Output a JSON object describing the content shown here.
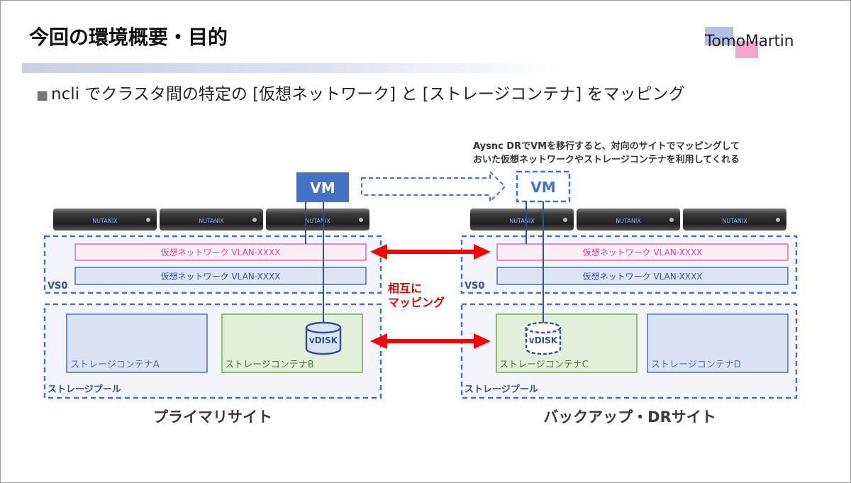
{
  "header": {
    "title": "今回の環境概要・目的",
    "logo_text": "TomoMartin"
  },
  "subtitle": {
    "bullet": "■",
    "text": "ncli でクラスタ間の特定の [仮想ネットワーク] と [ストレージコンテナ] をマッピング"
  },
  "note": {
    "line1": "Aysnc DRでVMを移行すると、対向のサイトでマッピングして",
    "line2": "おいた仮想ネットワークやストレージコンテナを利用してくれる"
  },
  "mapping_label": {
    "line1": "相互に",
    "line2": "マッピング"
  },
  "colors": {
    "blue_dark": "#3f67b8",
    "blue_fill": "#4472c4",
    "pink_border": "#f06aa7",
    "pink_fill": "#fdeef5",
    "blue_bar_fill": "#dde5f3",
    "container_fill": "#dae3f3",
    "green_fill": "#e2efd9",
    "green_border": "#70ad47",
    "arrow_red": "#ff0000",
    "label_red": "#e00000",
    "pool_fill": "#f3f5fa"
  },
  "primary": {
    "site_label": "プライマリサイト",
    "vm_label": "VM",
    "server_brand": "NUTANIX",
    "vs_label": "VS0",
    "pool_label": "ストレージプール",
    "network_pink": "仮想ネットワーク VLAN-XXXX",
    "network_blue": "仮想ネットワーク VLAN-XXXX",
    "container_a": "ストレージコンテナA",
    "container_b": "ストレージコンテナB",
    "vdisk_label": "vDISK"
  },
  "backup": {
    "site_label": "バックアップ・DRサイト",
    "vm_label": "VM",
    "server_brand": "NUTANIX",
    "vs_label": "VS0",
    "pool_label": "ストレージプール",
    "network_pink": "仮想ネットワーク VLAN-XXXX",
    "network_blue": "仮想ネットワーク VLAN-XXXX",
    "container_c": "ストレージコンテナC",
    "container_d": "ストレージコンテナD",
    "vdisk_label": "vDISK"
  }
}
